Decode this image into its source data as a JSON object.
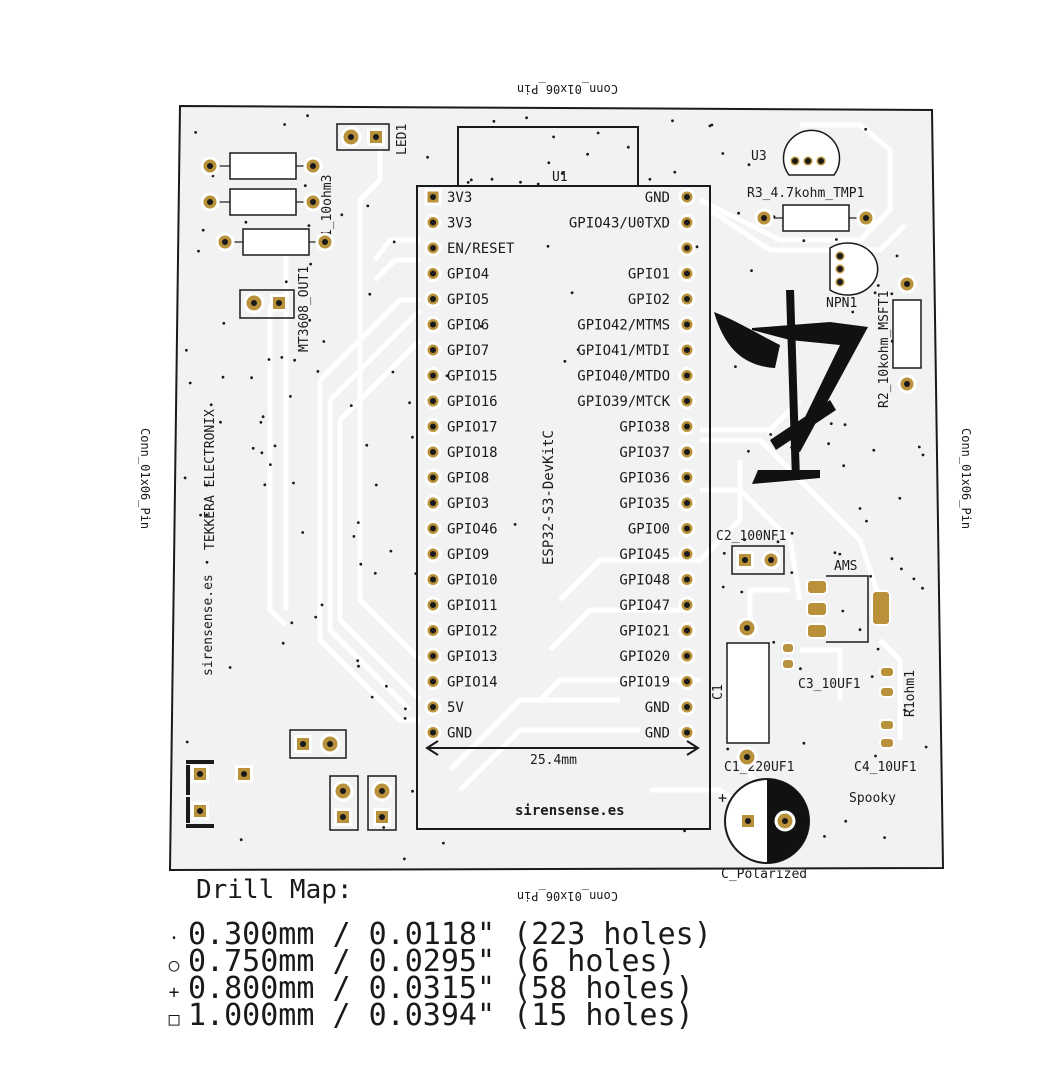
{
  "connectors": {
    "top": "Conn_01x06_Pin",
    "bottom": "Conn_01x06_Pin",
    "left": "Conn_01x06_Pin",
    "right": "Conn_01x06_Pin"
  },
  "module": {
    "ref": "U1",
    "name": "ESP32-S3-DevKitC",
    "left_pins": [
      "3V3",
      "3V3",
      "EN/RESET",
      "GPIO4",
      "GPIO5",
      "GPIO6",
      "GPIO7",
      "GPIO15",
      "GPIO16",
      "GPIO17",
      "GPIO18",
      "GPIO8",
      "GPIO3",
      "GPIO46",
      "GPIO9",
      "GPIO10",
      "GPIO11",
      "GPIO12",
      "GPIO13",
      "GPIO14",
      "5V",
      "GND"
    ],
    "right_pins": [
      "GND",
      "GPIO43/U0TXD",
      "",
      "GPIO1",
      "GPIO2",
      "GPIO42/MTMS",
      "GPIO41/MTDI",
      "GPIO40/MTDO",
      "GPIO39/MTCK",
      "GPIO38",
      "GPIO37",
      "GPIO36",
      "GPIO35",
      "GPIO0",
      "GPIO45",
      "GPIO48",
      "GPIO47",
      "GPIO21",
      "GPIO20",
      "GPIO19",
      "GND",
      "GND"
    ],
    "dimension": "25.4mm",
    "site": "sirensense.es"
  },
  "labels": {
    "led1": "LED1",
    "r1": "R1_10ohm3",
    "mt3608": "MT3608_OUT1",
    "tekkera": "TEKKERA ELECTRONIX",
    "site_left": "sirensense.es",
    "u3": "U3",
    "r3": "R3_4.7kohm_TMP1",
    "npn": "NPN1",
    "r2": "R2_10kohm_MSFT1",
    "c2": "C2_100NF1",
    "ams": "AMS",
    "c3": "C3_10UF1",
    "r1ohm": "R1ohm1",
    "c4": "C4_10UF1",
    "c1_small": "C1",
    "c1": "C1_220UF1",
    "spooky": "Spooky",
    "cpol": "C_Polarized",
    "plus": "+"
  },
  "drill_map": {
    "title": "Drill Map:",
    "rows": [
      {
        "symbol": "·",
        "size": "0.300mm / 0.0118\" (223 holes)"
      },
      {
        "symbol": "○",
        "size": "0.750mm / 0.0295\" (6 holes)"
      },
      {
        "symbol": "+",
        "size": "0.800mm / 0.0315\" (58 holes)"
      },
      {
        "symbol": "□",
        "size": "1.000mm / 0.0394\" (15 holes)"
      }
    ]
  },
  "colors": {
    "board": "#f2f2f2",
    "pad": "#b8913a",
    "silk": "#1a1a1a",
    "trace": "#ffffff"
  }
}
